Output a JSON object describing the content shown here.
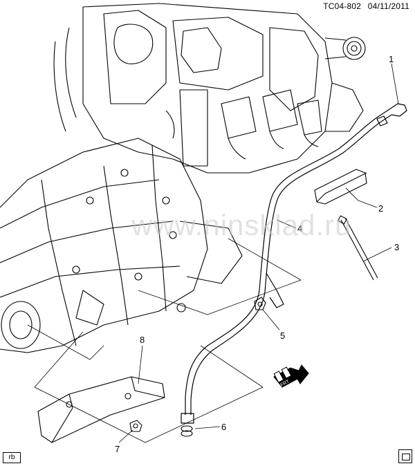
{
  "header": {
    "code": "TC04-802",
    "date": "04/11/2011"
  },
  "callouts": {
    "c1": "1",
    "c2": "2",
    "c3": "3",
    "c4": "4",
    "c5": "5",
    "c6": "6",
    "c7": "7",
    "c8": "8"
  },
  "front_indicator": "FRT",
  "corner_label": "rb",
  "watermark": "www.ninsklad.ru",
  "colors": {
    "line": "#000000",
    "background": "#ffffff",
    "watermark": "#c9c9c9"
  }
}
